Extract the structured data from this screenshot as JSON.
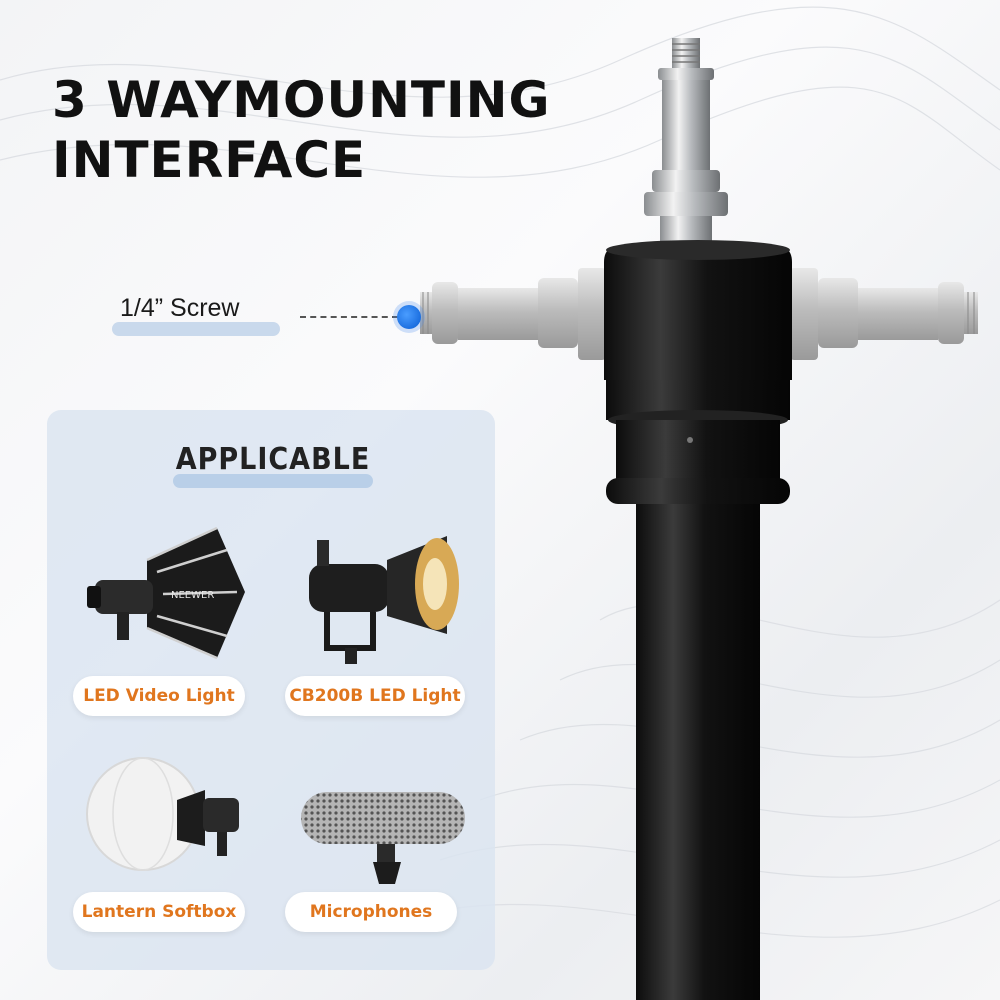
{
  "headline": {
    "line1": "3 WAYMOUNTING",
    "line2": "INTERFACE"
  },
  "callout": {
    "label": "1/4” Screw",
    "dot_color": "#1c6fe0"
  },
  "applicable": {
    "title": "APPLICABLE",
    "items": [
      {
        "label": "LED Video Light",
        "icon": "softbox-light-icon"
      },
      {
        "label": "CB200B LED Light",
        "icon": "spotlight-icon"
      },
      {
        "label": "Lantern Softbox",
        "icon": "lantern-softbox-icon"
      },
      {
        "label": "Microphones",
        "icon": "microphone-windscreen-icon"
      }
    ],
    "label_color": "#e0761e",
    "brand_text": "NEEWER"
  }
}
